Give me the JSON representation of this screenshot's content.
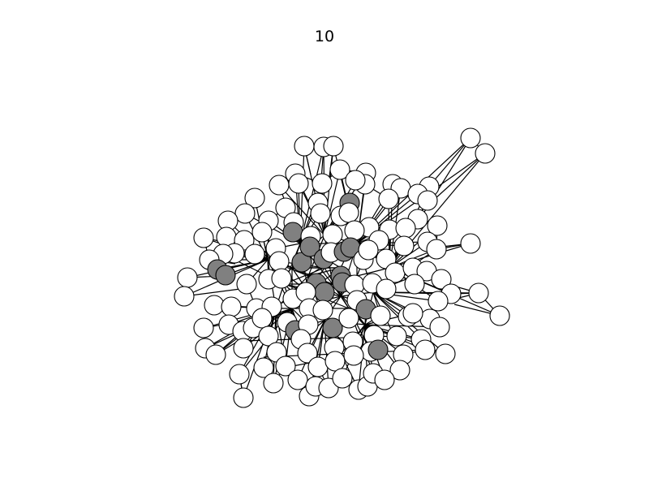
{
  "figure": {
    "title": "10"
  },
  "colors": {
    "node_default": "#ffffff",
    "node_highlighted": "#808080",
    "edge": "#000000",
    "outline": "#000000"
  },
  "graph": {
    "node_states": [
      "default",
      "highlighted"
    ],
    "layout": "force-directed"
  }
}
